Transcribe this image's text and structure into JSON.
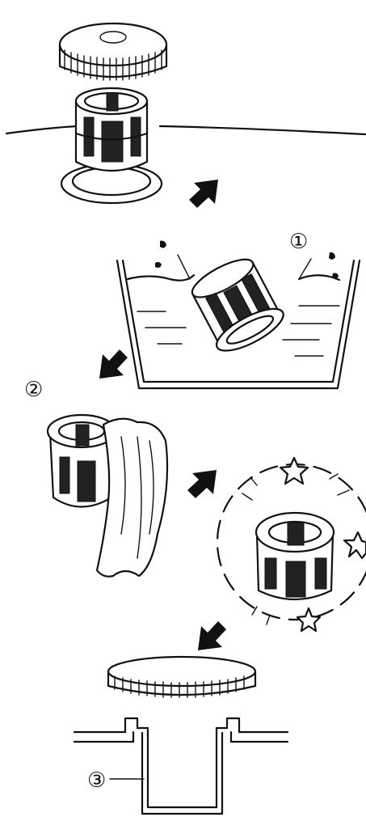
{
  "steps": {
    "rinse": {
      "marker": "①"
    },
    "wipe": {
      "marker": "②"
    },
    "reinstall": {
      "marker": "③"
    }
  },
  "icons": {
    "arrow": "arrow-down-left-icon",
    "star": "sparkle-star-icon"
  },
  "colors": {
    "ink": "#111111",
    "paper": "#ffffff"
  }
}
